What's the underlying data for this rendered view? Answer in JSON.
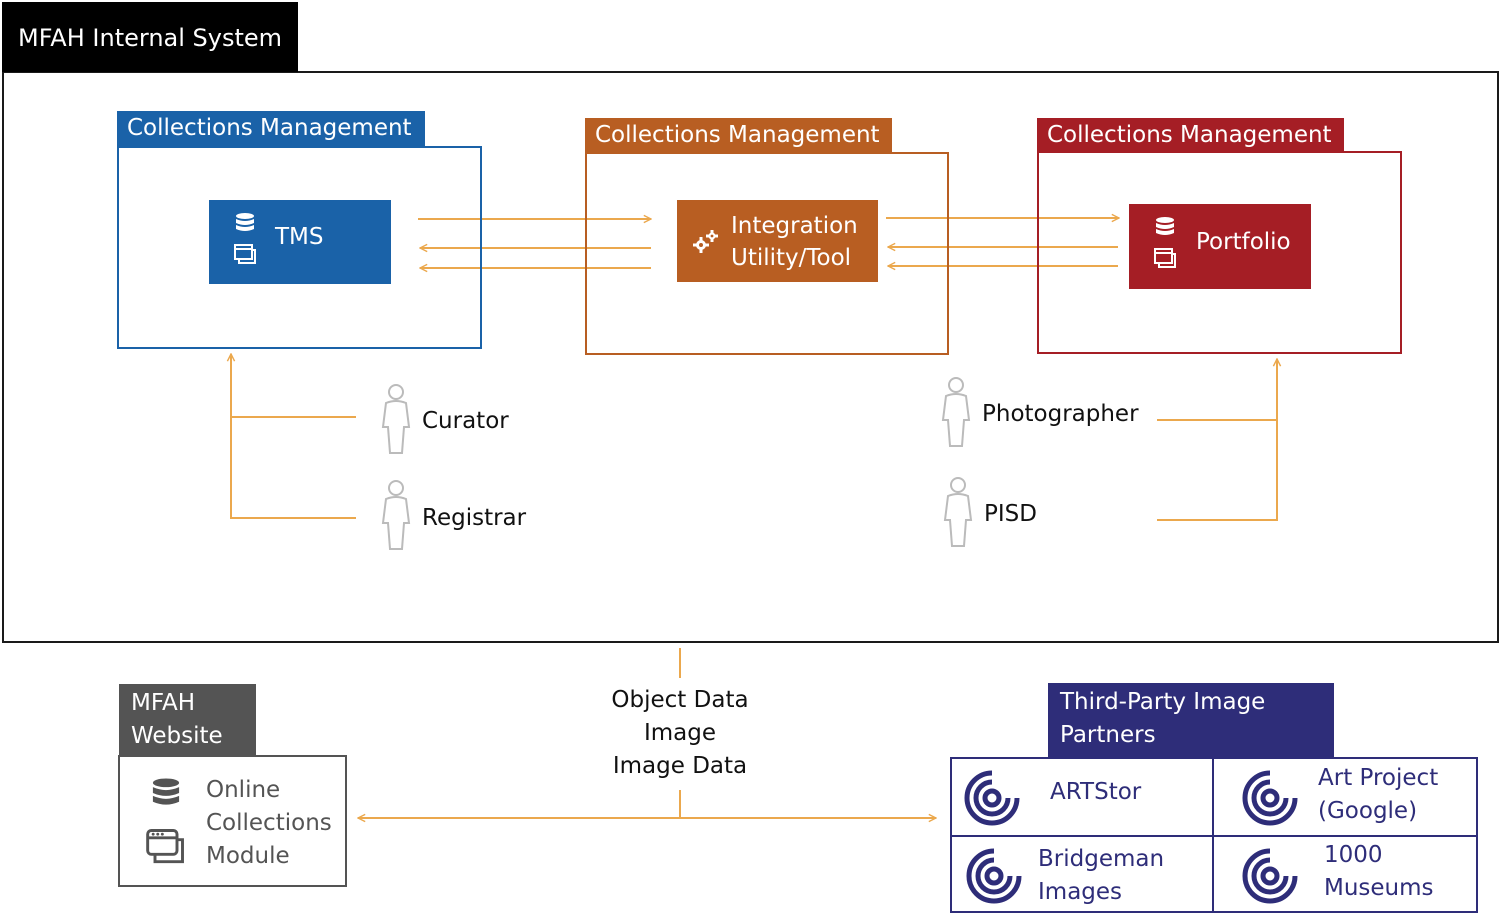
{
  "colors": {
    "tms_blue": "#1a62a8",
    "integration_orange": "#b85e22",
    "portfolio_red": "#a51e25",
    "website_gray": "#545454",
    "partners_navy": "#2e2d79",
    "arrow_orange": "#eba84d",
    "person_gray": "#bbbbbb"
  },
  "internal_system": {
    "title": "MFAH Internal System"
  },
  "cm_tms": {
    "title": "Collections Management",
    "node": {
      "label": "TMS",
      "icons": [
        "database-icon",
        "window-icon"
      ]
    }
  },
  "cm_integration": {
    "title": "Collections Management",
    "node": {
      "label": "Integration\nUtility/Tool",
      "icons": [
        "gears-icon"
      ]
    }
  },
  "cm_portfolio": {
    "title": "Collections Management",
    "node": {
      "label": "Portfolio",
      "icons": [
        "database-icon",
        "window-icon"
      ]
    }
  },
  "users_left": [
    {
      "label": "Curator",
      "icon": "person-icon"
    },
    {
      "label": "Registrar",
      "icon": "person-icon"
    }
  ],
  "users_right": [
    {
      "label": "Photographer",
      "icon": "person-icon"
    },
    {
      "label": "PISD",
      "icon": "person-icon"
    }
  ],
  "data_flow": {
    "label": "Object Data\nImage\nImage Data"
  },
  "website": {
    "title": "MFAH\nWebsite",
    "module": "Online\nCollections\nModule",
    "icons": [
      "database-icon",
      "window-icon"
    ]
  },
  "partners": {
    "title": "Third-Party Image\nPartners",
    "items": [
      {
        "label": "ARTStor",
        "icon": "target-logo-icon"
      },
      {
        "label": "Art Project\n(Google)",
        "icon": "target-logo-icon"
      },
      {
        "label": "Bridgeman\nImages",
        "icon": "target-logo-icon"
      },
      {
        "label": "1000\nMuseums",
        "icon": "target-logo-icon"
      }
    ]
  }
}
